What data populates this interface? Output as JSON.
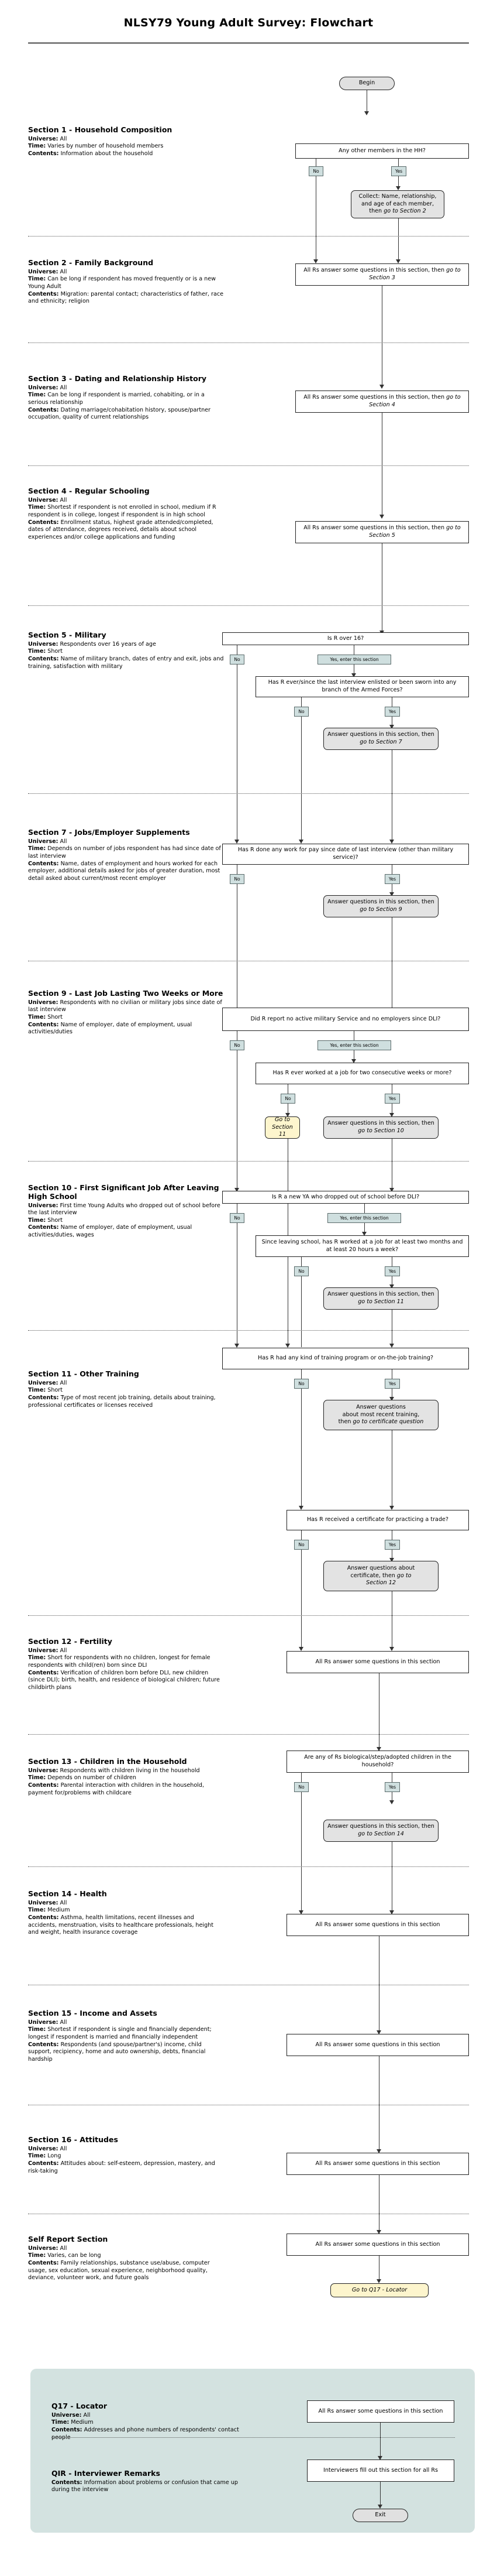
{
  "header": {
    "title": "NLSY79 Young Adult Survey: Flowchart"
  },
  "terminals": {
    "begin": "Begin",
    "exit": "Exit"
  },
  "labels": {
    "no": "No",
    "yes": "Yes",
    "yes_enter": "Yes, enter this section"
  },
  "sections": [
    {
      "id": "section-1",
      "title": "Section 1 - Household Composition",
      "universe_label": "Universe:",
      "universe": " All",
      "time_label": "Time:",
      "time": " Varies by number of household members",
      "contents_label": "Contents:",
      "contents": " Information about the household"
    },
    {
      "id": "section-2",
      "title": "Section 2 - Family Background",
      "universe_label": "Universe:",
      "universe": " All",
      "time_label": "Time:",
      "time": " Can be long if respondent has moved frequently or is a new Young Adult",
      "contents_label": "Contents:",
      "contents": " Migration: parental contact; characteristics of father, race and ethnicity; religion"
    },
    {
      "id": "section-3",
      "title": "Section 3 - Dating and Relationship History",
      "universe_label": "Universe:",
      "universe": " All",
      "time_label": "Time:",
      "time": " Can be long if respondent is married, cohabiting, or in a serious relationship",
      "contents_label": "Contents:",
      "contents": " Dating marriage/cohabitation history, spouse/partner occupation, quality of current relationships"
    },
    {
      "id": "section-4",
      "title": "Section 4 - Regular Schooling",
      "universe_label": "Universe:",
      "universe": " All",
      "time_label": "Time:",
      "time": " Shortest if respondent is not enrolled in school, medium if R respondent is in college, longest if respondent is in high school",
      "contents_label": "Contents:",
      "contents": " Enrollment status, highest grade attended/completed, dates of attendance, degrees received, details about school experiences and/or college applications and funding"
    },
    {
      "id": "section-5",
      "title": "Section 5 - Military",
      "universe_label": "Universe:",
      "universe": " Respondents over 16 years of age",
      "time_label": "Time:",
      "time": " Short",
      "contents_label": "Contents:",
      "contents": " Name of military branch, dates of entry and exit, jobs and training, satisfaction with military"
    },
    {
      "id": "section-7",
      "title": "Section 7 - Jobs/Employer Supplements",
      "universe_label": "Universe:",
      "universe": " All",
      "time_label": "Time:",
      "time": " Depends on number of jobs respondent has had since date of last interview",
      "contents_label": "Contents:",
      "contents": " Name, dates of employment and hours worked for each employer, additional details asked for jobs of greater duration, most detail asked about current/most recent employer"
    },
    {
      "id": "section-9",
      "title": "Section 9 - Last Job Lasting Two Weeks or More",
      "universe_label": "Universe:",
      "universe": " Respondents with no civilian or military jobs since date of last interview",
      "time_label": "Time:",
      "time": " Short",
      "contents_label": "Contents:",
      "contents": " Name of employer, date of employment, usual activities/duties"
    },
    {
      "id": "section-10",
      "title": "Section 10 - First Significant Job After Leaving High School",
      "universe_label": "Universe:",
      "universe": " First time Young Adults who dropped out of school before the last interview",
      "time_label": "Time:",
      "time": " Short",
      "contents_label": "Contents:",
      "contents": " Name of employer, date of employment, usual activities/duties, wages"
    },
    {
      "id": "section-11",
      "title": "Section 11 - Other Training",
      "universe_label": "Universe:",
      "universe": " All",
      "time_label": "Time:",
      "time": " Short",
      "contents_label": "Contents:",
      "contents": " Type of most recent job training, details about training, professional certificates or licenses received"
    },
    {
      "id": "section-12",
      "title": "Section 12 - Fertility",
      "universe_label": "Universe:",
      "universe": " All",
      "time_label": "Time:",
      "time": " Short for respondents with no children, longest for female respondents with child(ren) born since DLI",
      "contents_label": "Contents:",
      "contents": " Verification of children born before DLI, new children (since DLI); birth, health, and residence of biological children; future childbirth plans"
    },
    {
      "id": "section-13",
      "title": "Section 13 - Children in the Household",
      "universe_label": "Universe:",
      "universe": " Respondents with children living in the household",
      "time_label": "Time:",
      "time": " Depends on number of children",
      "contents_label": "Contents:",
      "contents": " Parental interaction with children in the household, payment for/problems with childcare"
    },
    {
      "id": "section-14",
      "title": "Section 14 - Health",
      "universe_label": "Universe:",
      "universe": " All",
      "time_label": "Time:",
      "time": " Medium",
      "contents_label": "Contents:",
      "contents": " Asthma, health limitations, recent illnesses and accidents, menstruation, visits to healthcare professionals, height and weight, health insurance coverage"
    },
    {
      "id": "section-15",
      "title": "Section 15 - Income and Assets",
      "universe_label": "Universe:",
      "universe": " All",
      "time_label": "Time:",
      "time": " Shortest if respondent is single and financially dependent; longest if respondent is married and financially independent",
      "contents_label": "Contents:",
      "contents": " Respondents (and spouse/partner's) income, child support, recipiency, home and auto ownership, debts, financial hardship"
    },
    {
      "id": "section-16",
      "title": "Section 16 - Attitudes",
      "universe_label": "Universe:",
      "universe": " All",
      "time_label": "Time:",
      "time": " Long",
      "contents_label": "Contents:",
      "contents": " Attitudes about: self-esteem, depression, mastery, and risk-taking"
    },
    {
      "id": "self-report",
      "title": "Self Report Section",
      "universe_label": "Universe:",
      "universe": " All",
      "time_label": "Time:",
      "time": " Varies, can be long",
      "contents_label": "Contents:",
      "contents": " Family relationships, substance use/abuse, computer usage, sex education, sexual experience, neighborhood quality, deviance, volunteer work, and future goals"
    },
    {
      "id": "q17-locator",
      "title": "Q17 - Locator",
      "universe_label": "Universe:",
      "universe": " All",
      "time_label": "Time:",
      "time": " Medium",
      "contents_label": "Contents:",
      "contents": " Addresses and phone numbers of respondents' contact people"
    },
    {
      "id": "qir-interviewer-remarks",
      "title": "QIR - Interviewer Remarks",
      "universe_label": "",
      "universe": "",
      "time_label": "",
      "time": "",
      "contents_label": "Contents:",
      "contents": " Information about problems or confusion that came up during the interview"
    }
  ],
  "flow": {
    "q_hh_members": "Any other members in the HH?",
    "a_collect_hh": "Collect: Name, relationship, and age of each member, then ",
    "a_collect_hh_it": "go to Section 2",
    "a_s2": "All Rs answer some questions in this section, then ",
    "a_s2_it": "go to Section 3",
    "a_s3": "All Rs answer some questions in this section, then ",
    "a_s3_it": "go to Section 4",
    "a_s4": "All Rs answer some questions in this section, then ",
    "a_s4_it": "go to Section 5",
    "q_over16": "Is R over 16?",
    "q_enlisted": "Has R ever/since the last interview enlisted or been sworn into any branch of the Armed Forces?",
    "a_mil": "Answer questions in this section, then ",
    "a_mil_it": "go to Section 7",
    "q_work_pay": "Has R done any work for pay since date of last interview (other than military service)?",
    "a_jobs": "Answer questions in this section, then ",
    "a_jobs_it": "go to Section 9",
    "q_no_mil_no_emp": "Did R report no active military Service and no employers since DLI?",
    "q_two_weeks": "Has R ever worked at a job for two consecutive weeks or more?",
    "a_goto11_a": "Go to",
    "a_goto11_b": "Section 11",
    "a_s9": "Answer questions in this section, then ",
    "a_s9_it": "go to Section 10",
    "q_new_ya_dropout": "Is R a new YA who dropped out of school before DLI?",
    "q_since_leaving": "Since leaving school, has R worked at a job for at least two months and at least 20 hours a week?",
    "a_s10": "Answer questions in this section, then ",
    "a_s10_it": "go to Section 11",
    "q_training": "Has R had any kind of training program or on-the-job training?",
    "a_training_1": "Answer questions",
    "a_training_2": "about most recent training,",
    "a_training_3": "then ",
    "a_training_3_it": "go to certificate question",
    "q_certificate": "Has R received a certificate for practicing a trade?",
    "a_cert_1": "Answer questions about",
    "a_cert_2": "certificate, then ",
    "a_cert_2_it": "go to",
    "a_cert_3_it": "Section 12",
    "a_all_rs": "All Rs answer some questions in this section",
    "q_bio_children": "Are any of Rs biological/step/adopted children in the household?",
    "a_s13": "Answer questions in this section, then ",
    "a_s13_it": "go to Section 14",
    "a_goto_q17": "Go to Q17 - Locator",
    "a_interviewers": "Interviewers fill out this section for all Rs"
  }
}
